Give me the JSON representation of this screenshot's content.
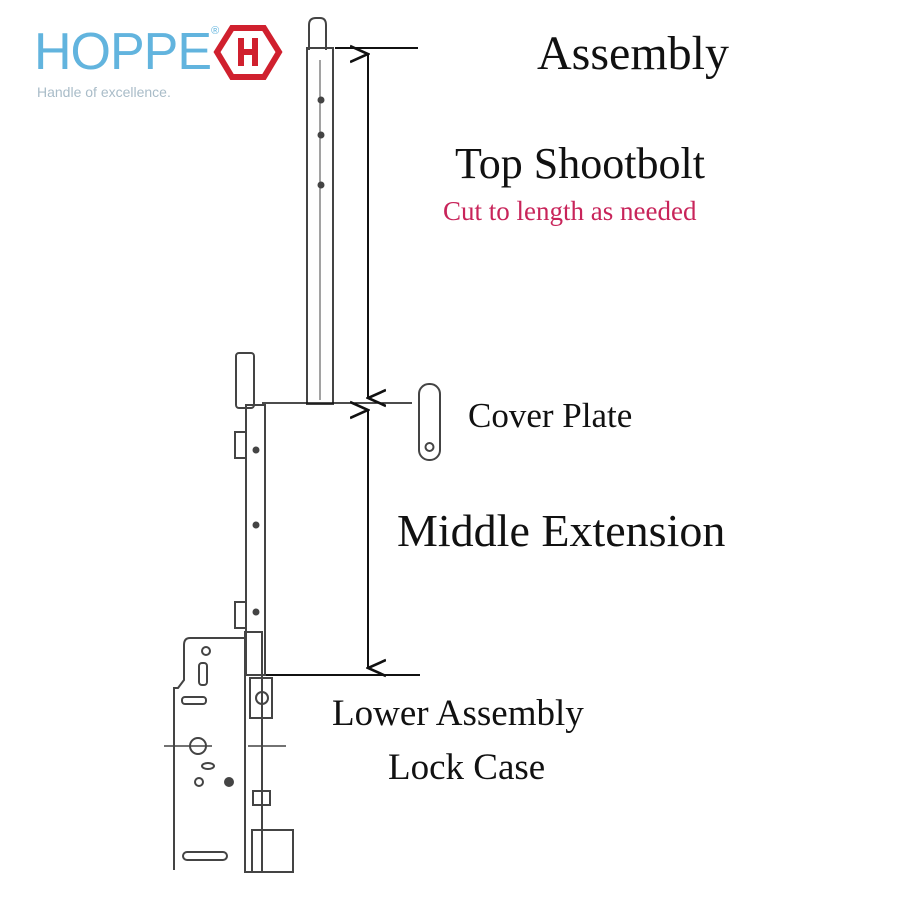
{
  "logo": {
    "brand": "HOPPE",
    "registered": "®",
    "tagline": "Handle of excellence.",
    "brand_color": "#62b4de",
    "mark_color": "#d0202e"
  },
  "labels": {
    "assembly": "Assembly",
    "top_shootbolt": "Top Shootbolt",
    "cut_note": "Cut to length as needed",
    "cover_plate": "Cover Plate",
    "middle_extension": "Middle Extension",
    "lower_assembly": "Lower Assembly",
    "lock_case": "Lock Case"
  },
  "colors": {
    "note": "#c8245a",
    "line": "#111111",
    "part": "#444444"
  }
}
